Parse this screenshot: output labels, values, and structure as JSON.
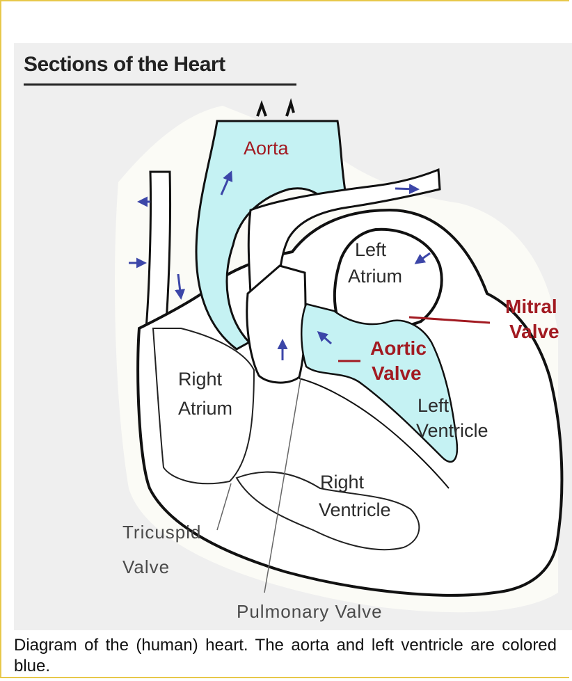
{
  "figure": {
    "title": "Sections of the Heart",
    "labels": {
      "aorta": "Aorta",
      "left_atrium_1": "Left",
      "left_atrium_2": "Atrium",
      "mitral_valve_1": "Mitral",
      "mitral_valve_2": "Valve",
      "aortic_valve_1": "Aortic",
      "aortic_valve_2": "Valve",
      "right_atrium_1": "Right",
      "right_atrium_2": "Atrium",
      "left_ventricle_1": "Left",
      "left_ventricle_2": "Ventricle",
      "right_ventricle_1": "Right",
      "right_ventricle_2": "Ventricle",
      "tricuspid_valve_1": "Tricuspid",
      "tricuspid_valve_2": "Valve",
      "pulmonary_valve": "Pulmonary Valve"
    },
    "colors": {
      "blood_highlight": "#c5f2f3",
      "outline": "#111111",
      "valve_label": "#a21a21",
      "arrow": "#3c46a8",
      "background": "#efefef"
    }
  },
  "caption": "Diagram of the (human) heart. The aorta and left ventricle are colored blue."
}
